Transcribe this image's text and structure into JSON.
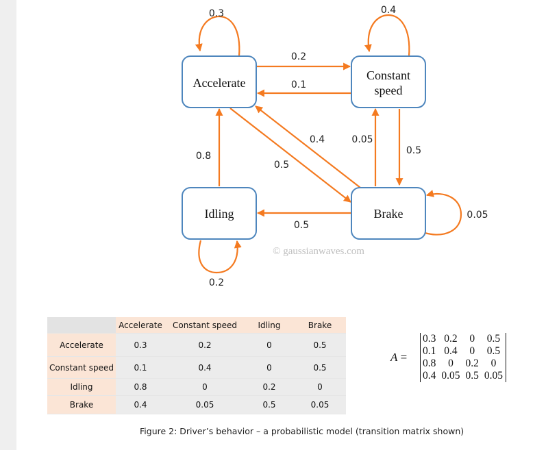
{
  "diagram": {
    "states": {
      "accelerate": "Accelerate",
      "constant_line1": "Constant",
      "constant_line2": "speed",
      "idling": "Idling",
      "brake": "Brake"
    },
    "transitions": {
      "accelerate_to_accelerate": "0.3",
      "constant_to_constant": "0.4",
      "accelerate_to_constant": "0.2",
      "constant_to_accelerate": "0.1",
      "brake_to_accelerate": "0.4",
      "brake_to_constant": "0.05",
      "constant_to_brake": "0.5",
      "idling_to_accelerate": "0.8",
      "accelerate_to_brake": "0.5",
      "brake_to_brake": "0.05",
      "brake_to_idling": "0.5",
      "idling_to_idling": "0.2"
    },
    "watermark": "© gaussianwaves.com"
  },
  "table": {
    "columns": [
      "Accelerate",
      "Constant speed",
      "Idling",
      "Brake"
    ],
    "rows": [
      {
        "label": "Accelerate",
        "values": [
          "0.3",
          "0.2",
          "0",
          "0.5"
        ]
      },
      {
        "label": "Constant speed",
        "values": [
          "0.1",
          "0.4",
          "0",
          "0.5"
        ]
      },
      {
        "label": "Idling",
        "values": [
          "0.8",
          "0",
          "0.2",
          "0"
        ]
      },
      {
        "label": "Brake",
        "values": [
          "0.4",
          "0.05",
          "0.5",
          "0.05"
        ]
      }
    ]
  },
  "matrix": {
    "symbol": "A",
    "equals": "=",
    "rows": [
      [
        "0.3",
        "0.2",
        "0",
        "0.5"
      ],
      [
        "0.1",
        "0.4",
        "0",
        "0.5"
      ],
      [
        "0.8",
        "0",
        "0.2",
        "0"
      ],
      [
        "0.4",
        "0.05",
        "0.5",
        "0.05"
      ]
    ]
  },
  "caption": "Figure 2: Driver’s behavior – a probabilistic model (transition matrix shown)",
  "colors": {
    "edge": "#f47a20",
    "node_border": "#4e86bd",
    "header_fill": "#fbe5d6",
    "cell_fill": "#ececec"
  }
}
